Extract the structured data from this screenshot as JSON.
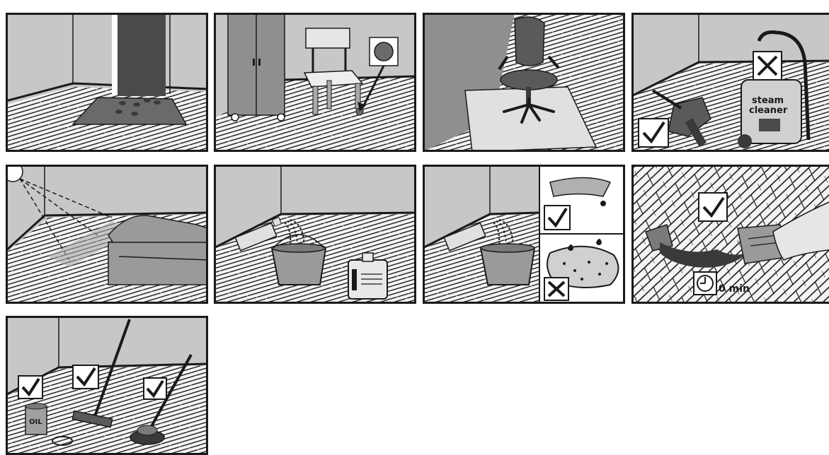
{
  "panels": {
    "steam_cleaner": {
      "label_line1": "steam",
      "label_line2": "cleaner"
    },
    "spill": {
      "timer_text": "0 min"
    },
    "maintenance": {
      "oil_can_text": "OIL"
    }
  },
  "colors": {
    "wall": "#c7c7c7",
    "dark_wall": "#8f8f8f",
    "floor": "#f4f4f4",
    "outline": "#1a1a1a",
    "door": "#4a4a4a"
  }
}
